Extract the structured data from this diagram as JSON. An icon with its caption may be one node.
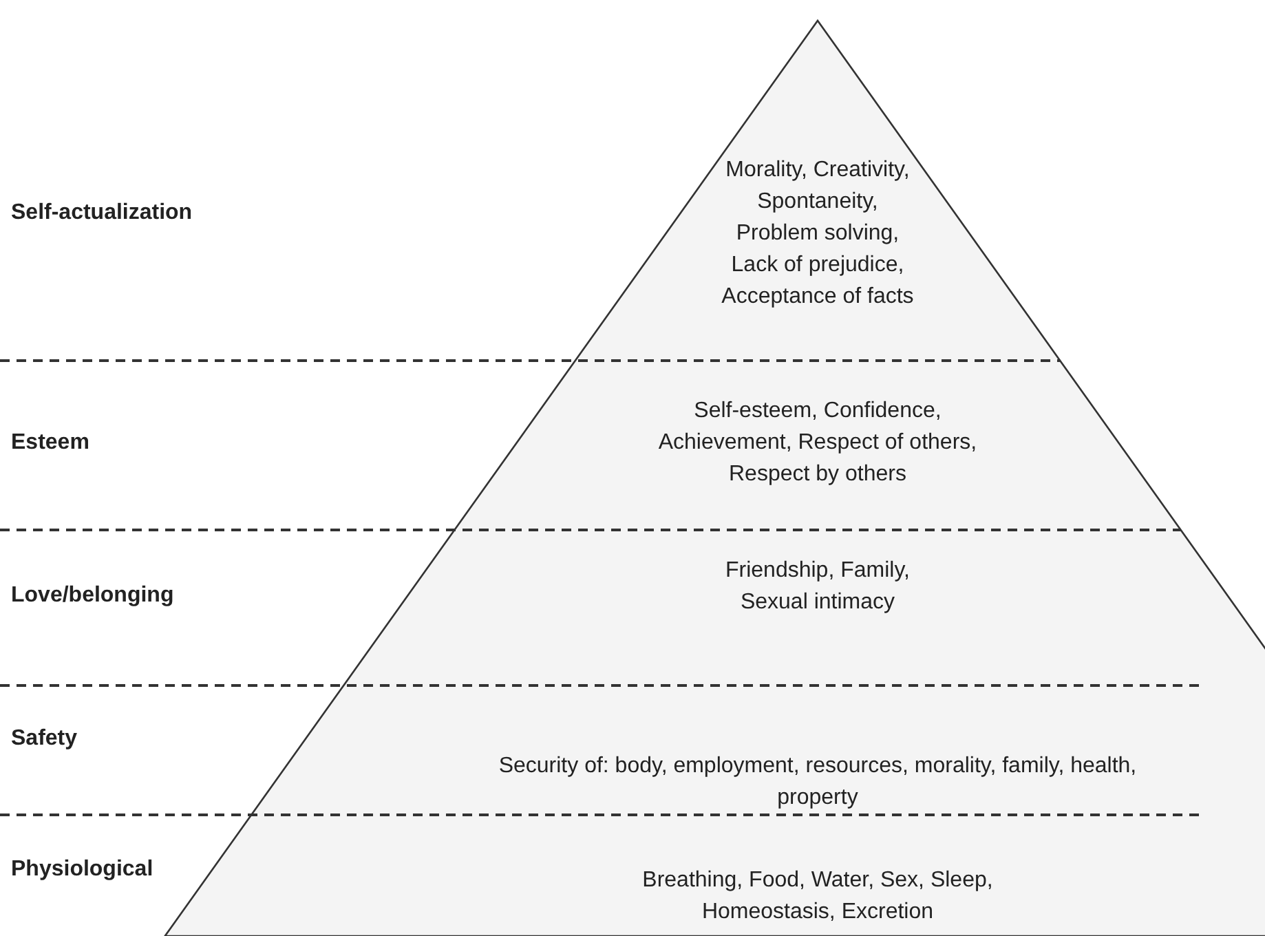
{
  "diagram": {
    "nodes": [
      {
        "text": [
          "Morality, Creativity, Spontaneity, Problem solving, Lack of prejudice, Acceptance of facts"
        ]
      },
      {
        "text": [
          "Self-esteem, Confidence, Achievement, Respect of others, Respect by others"
        ]
      },
      {
        "text": [
          "Friendship, Family, Sexual intimacy"
        ]
      },
      {
        "text": [
          "Security of: body, employment, resources, morality, family, health, property"
        ]
      },
      {
        "text": [
          "Breathing, Food, Water, Sex, Sleep, Homeostasis, Excretion"
        ]
      }
    ],
    "labels": [
      "Self-actualization",
      "Esteem",
      "Love/belonging",
      "Safety",
      "Physiological"
    ]
  }
}
